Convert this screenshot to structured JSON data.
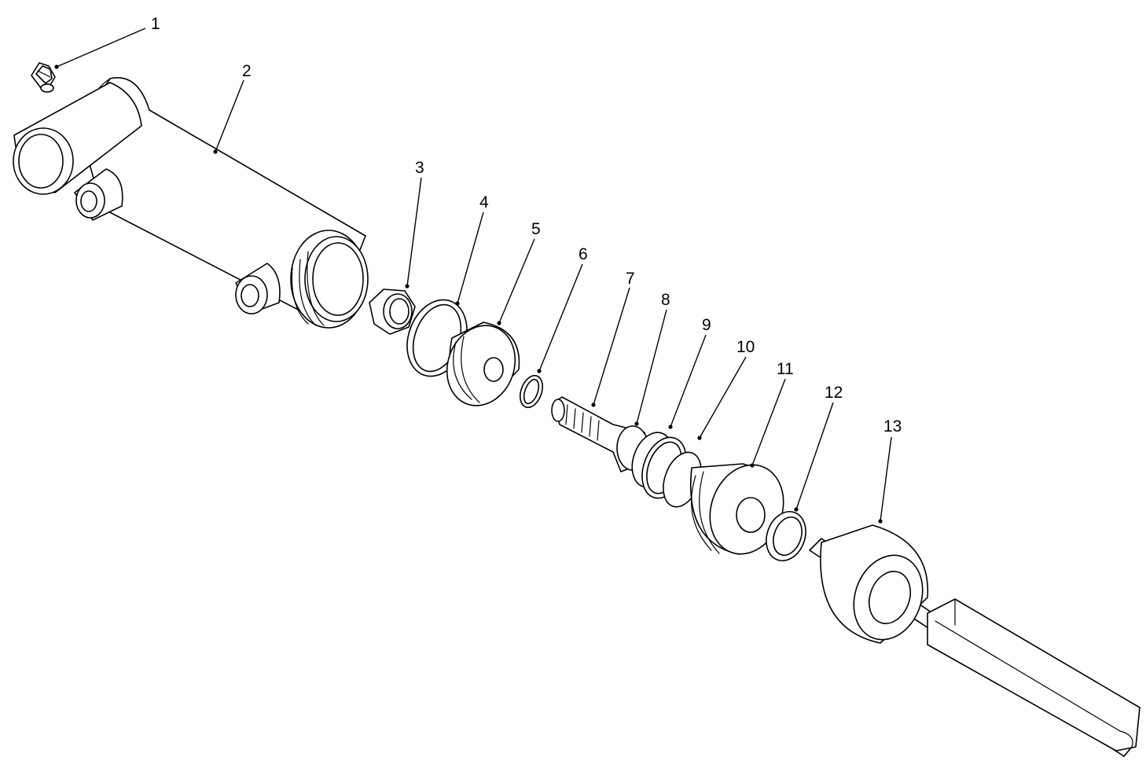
{
  "callouts": [
    {
      "label": "1"
    },
    {
      "label": "2"
    },
    {
      "label": "3"
    },
    {
      "label": "4"
    },
    {
      "label": "5"
    },
    {
      "label": "6"
    },
    {
      "label": "7"
    },
    {
      "label": "8"
    },
    {
      "label": "9"
    },
    {
      "label": "10"
    },
    {
      "label": "11"
    },
    {
      "label": "12"
    },
    {
      "label": "13"
    }
  ],
  "colors": {
    "line": "#000000",
    "background": "#ffffff"
  }
}
